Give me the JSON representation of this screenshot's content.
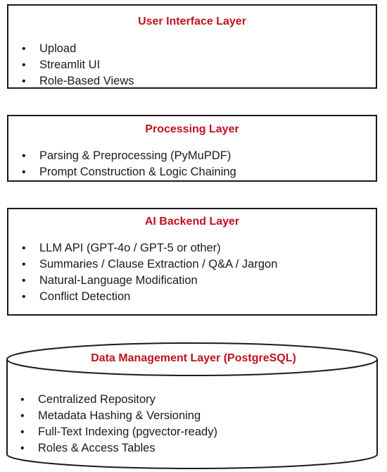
{
  "layers": {
    "ui": {
      "title": "User Interface Layer",
      "items": [
        "Upload",
        "Streamlit UI",
        "Role-Based Views"
      ]
    },
    "processing": {
      "title": "Processing Layer",
      "items": [
        "Parsing & Preprocessing (PyMuPDF)",
        "Prompt Construction & Logic Chaining"
      ]
    },
    "ai": {
      "title": "AI Backend Layer",
      "items": [
        "LLM API (GPT-4o / GPT-5 or other)",
        "Summaries / Clause Extraction / Q&A / Jargon",
        "Natural-Language Modification",
        "Conflict Detection"
      ]
    },
    "data": {
      "title": "Data Management Layer (PostgreSQL)",
      "items": [
        "Centralized Repository",
        "Metadata Hashing & Versioning",
        "Full-Text Indexing (pgvector-ready)",
        "Roles & Access Tables"
      ]
    }
  },
  "bullet_glyph": "•",
  "colors": {
    "title": "#c0111f",
    "border": "#1a1a1a",
    "text": "#1a1a1a"
  }
}
